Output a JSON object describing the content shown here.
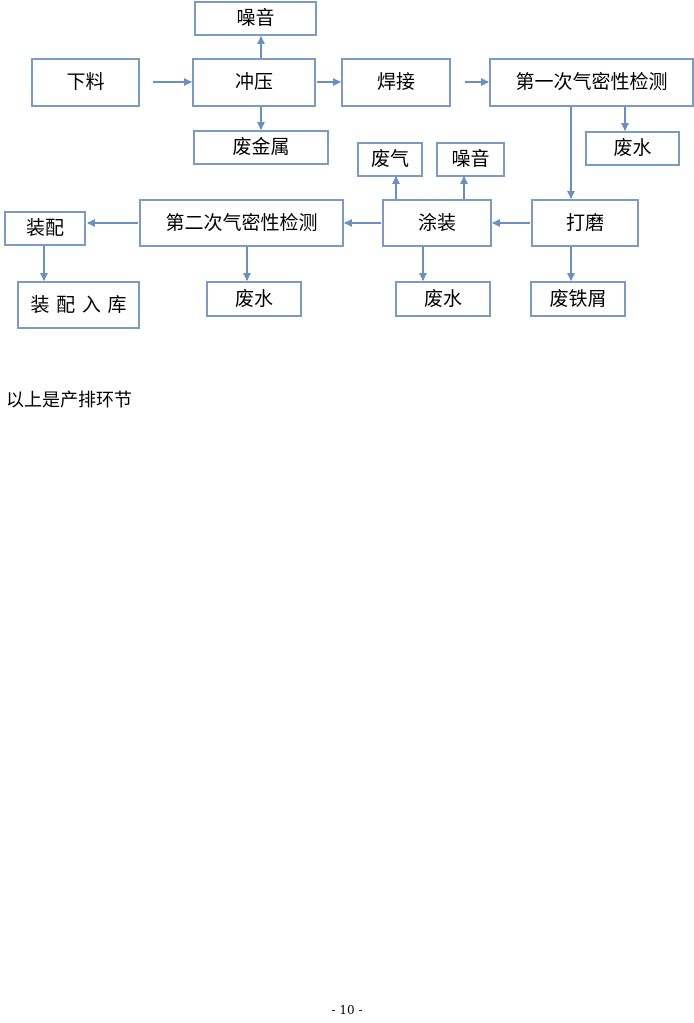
{
  "diagram": {
    "nodes": {
      "noise_top": "噪音",
      "feeding": "下料",
      "stamping": "冲压",
      "welding": "焊接",
      "first_test": "第一次气密性检测",
      "scrap_metal": "废金属",
      "wastewater_first": "废水",
      "waste_gas": "废气",
      "noise_coating": "噪音",
      "assembly": "装配",
      "second_test": "第二次气密性检测",
      "coating": "涂装",
      "grinding": "打磨",
      "assembly_storage": "装配入库",
      "wastewater_second": "废水",
      "wastewater_coating": "废水",
      "iron_scraps": "废铁屑"
    },
    "colors": {
      "box_border": "#7d9bc1",
      "arrow": "#6b8fbf"
    }
  },
  "note": "以上是产排环节",
  "footer": {
    "page_number": "- 10 -"
  }
}
